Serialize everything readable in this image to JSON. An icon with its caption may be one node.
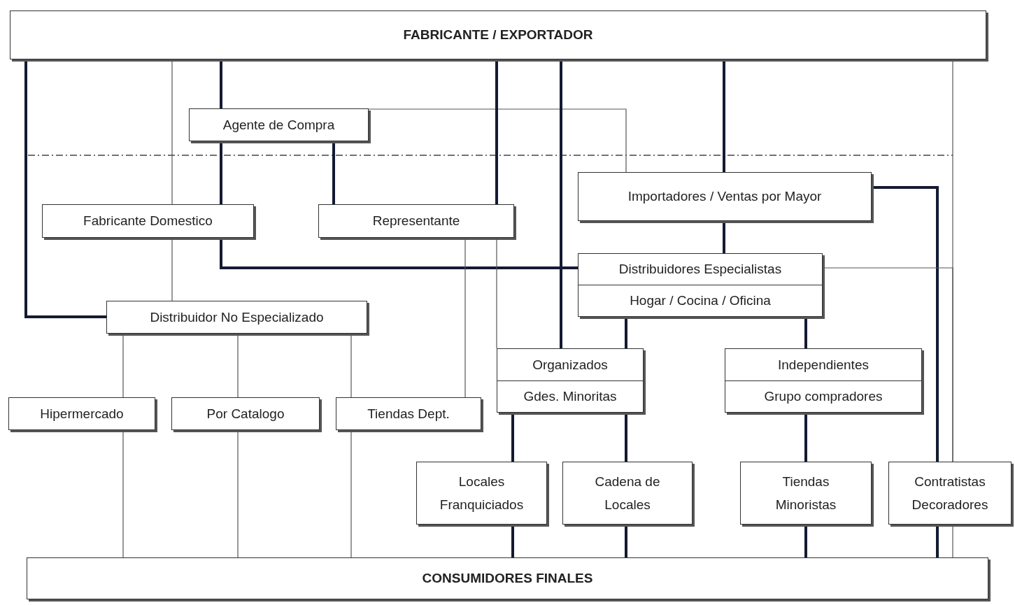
{
  "diagram": {
    "nodes": [
      {
        "text": [
          "FABRICANTE / EXPORTADOR"
        ]
      },
      {
        "text": [
          "Agente de Compra"
        ]
      },
      {
        "text": [
          "Importadores / Ventas por Mayor"
        ]
      },
      {
        "text": [
          "Fabricante Domestico"
        ]
      },
      {
        "text": [
          "Representante"
        ]
      },
      {
        "text": [
          "Distribuidores Especialistas",
          "Hogar / Cocina / Oficina"
        ]
      },
      {
        "text": [
          "Distribuidor No Especializado"
        ]
      },
      {
        "text": [
          "Organizados",
          "Gdes. Minoritas"
        ]
      },
      {
        "text": [
          "Independientes",
          "Grupo compradores"
        ]
      },
      {
        "text": [
          "Hipermercado"
        ]
      },
      {
        "text": [
          "Por Catalogo"
        ]
      },
      {
        "text": [
          "Tiendas Dept."
        ]
      },
      {
        "text": [
          "Locales Franquiciados"
        ]
      },
      {
        "text": [
          "Cadena de Locales"
        ]
      },
      {
        "text": [
          "Tiendas Minoristas"
        ]
      },
      {
        "text": [
          "Contratistas Decoradores"
        ]
      },
      {
        "text": [
          "CONSUMIDORES FINALES"
        ]
      }
    ],
    "edges": [
      {
        "from": 0,
        "to": 6,
        "arrow": "none"
      },
      {
        "from": 0,
        "to": 3,
        "arrow": "none",
        "color": "#555555"
      },
      {
        "from": 3,
        "to": 6,
        "arrow": "none",
        "color": "#555555"
      },
      {
        "from": 0,
        "to": 1,
        "arrow": "none"
      },
      {
        "from": 1,
        "to": 3,
        "arrow": "none"
      },
      {
        "from": 3,
        "to": 5,
        "arrow": "none"
      },
      {
        "from": 1,
        "to": 4,
        "arrow": "none"
      },
      {
        "from": 1,
        "to": 2,
        "arrow": "none",
        "color": "#555555"
      },
      {
        "from": 0,
        "to": 4,
        "arrow": "none"
      },
      {
        "from": 4,
        "to": 7,
        "arrow": "none",
        "color": "#555555"
      },
      {
        "from": 4,
        "to": 11,
        "arrow": "none",
        "color": "#555555"
      },
      {
        "from": 0,
        "to": 7,
        "arrow": "none"
      },
      {
        "from": 0,
        "to": 2,
        "arrow": "none"
      },
      {
        "from": 2,
        "to": 5,
        "arrow": "none"
      },
      {
        "from": 2,
        "to": 15,
        "arrow": "none"
      },
      {
        "from": 0,
        "to": 15,
        "arrow": "none",
        "color": "#555555"
      },
      {
        "from": 5,
        "to": 15,
        "arrow": "none",
        "color": "#555555"
      },
      {
        "from": 5,
        "to": 7,
        "arrow": "none"
      },
      {
        "from": 5,
        "to": 8,
        "arrow": "none"
      },
      {
        "from": 6,
        "to": 9,
        "arrow": "none",
        "color": "#555555"
      },
      {
        "from": 6,
        "to": 10,
        "arrow": "none",
        "color": "#555555"
      },
      {
        "from": 6,
        "to": 11,
        "arrow": "none",
        "color": "#555555"
      },
      {
        "from": 9,
        "to": 16,
        "arrow": "none",
        "color": "#555555"
      },
      {
        "from": 10,
        "to": 16,
        "arrow": "none",
        "color": "#555555"
      },
      {
        "from": 11,
        "to": 16,
        "arrow": "none",
        "color": "#555555"
      },
      {
        "from": 7,
        "to": 12,
        "arrow": "none"
      },
      {
        "from": 7,
        "to": 13,
        "arrow": "none"
      },
      {
        "from": 12,
        "to": 16,
        "arrow": "none"
      },
      {
        "from": 13,
        "to": 16,
        "arrow": "none"
      },
      {
        "from": 8,
        "to": 14,
        "arrow": "none"
      },
      {
        "from": 14,
        "to": 16,
        "arrow": "none"
      },
      {
        "from": 15,
        "to": 16,
        "arrow": "none"
      },
      {
        "from": 15,
        "to": 16,
        "arrow": "none",
        "color": "#555555"
      }
    ]
  }
}
